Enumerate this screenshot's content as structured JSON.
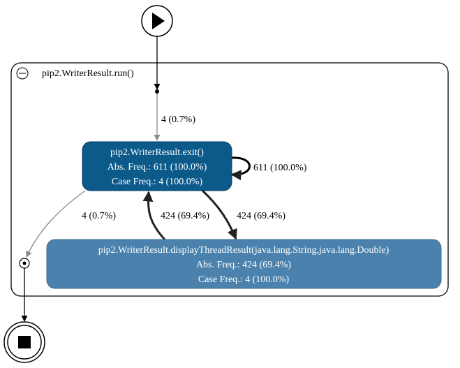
{
  "cluster": {
    "title": "pip2.WriterResult.run()"
  },
  "nodes": {
    "exit": {
      "line1": "pip2.WriterResult.exit()",
      "line2": "Abs. Freq.: 611 (100.0%)",
      "line3": "Case Freq.: 4 (100.0%)",
      "color": "#0b5a8a"
    },
    "display": {
      "line1": "pip2.WriterResult.displayThreadResult(java.lang.String,java.lang.Double)",
      "line2": "Abs. Freq.: 424 (69.4%)",
      "line3": "Case Freq.: 4 (100.0%)",
      "color": "#4a82ad"
    }
  },
  "edges": {
    "entry_to_exit": "4 (0.7%)",
    "exit_self": "611 (100.0%)",
    "exit_to_end": "4 (0.7%)",
    "display_to_exit": "424 (69.4%)",
    "exit_to_display": "424 (69.4%)"
  },
  "icons": {
    "start": "play-icon",
    "end": "stop-icon",
    "collapse": "minus-icon"
  }
}
